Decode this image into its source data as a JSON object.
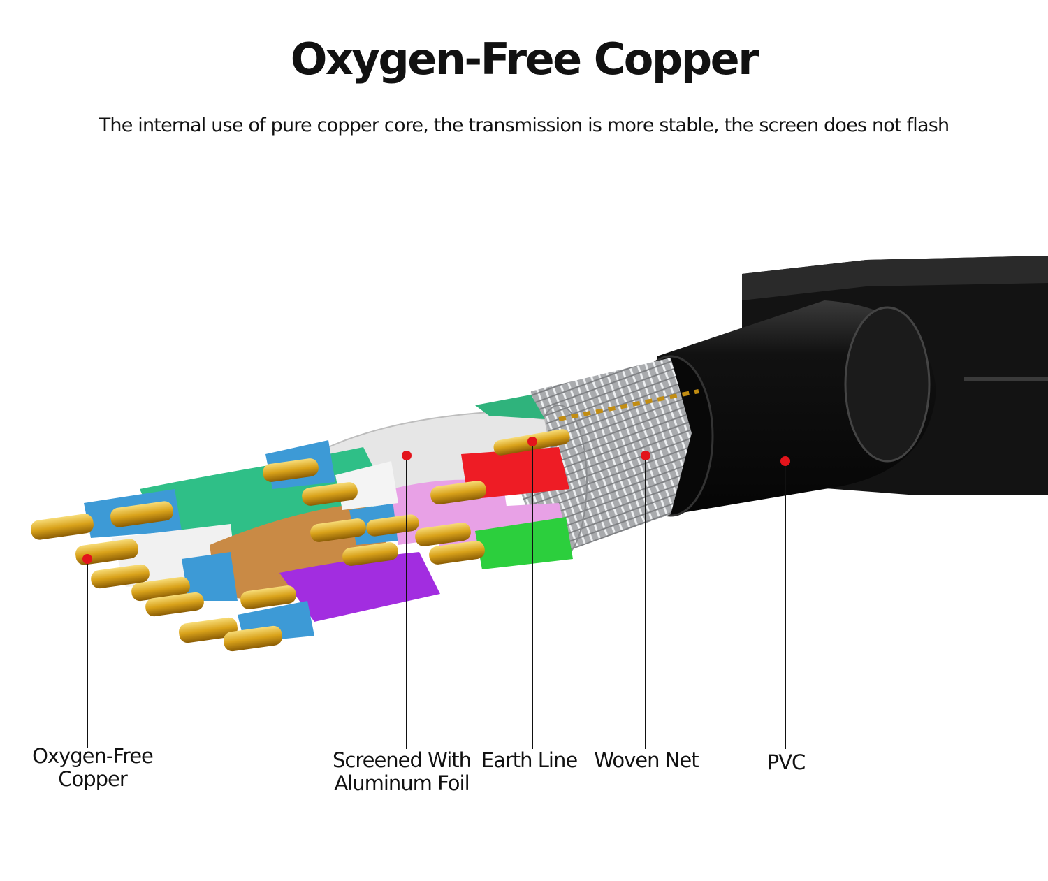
{
  "header": {
    "title": "Oxygen-Free Copper",
    "subtitle": "The internal use of pure copper core, the transmission is more stable, the screen does not flash"
  },
  "callouts": [
    {
      "id": "copper",
      "lines": [
        "Oxygen-Free",
        "Copper"
      ]
    },
    {
      "id": "foil",
      "lines": [
        "Screened With",
        "Aluminum Foil"
      ]
    },
    {
      "id": "earth",
      "lines": [
        "Earth Line"
      ]
    },
    {
      "id": "net",
      "lines": [
        "Woven Net"
      ]
    },
    {
      "id": "pvc",
      "lines": [
        "PVC"
      ]
    }
  ],
  "colors": {
    "marker": "#e3141b",
    "jacket": "#0e0e0e",
    "copper_pin": "#d8a31c",
    "braid": "#c9cbce",
    "wire_blue": "#3d9ad6",
    "wire_green": "#2fbf87",
    "wire_orange": "#c98a45",
    "wire_purple": "#a22de0",
    "wire_white": "#eeeeee",
    "wire_red": "#ee1c25",
    "wire_pink": "#e8a1e6",
    "wire_lime": "#2ccf3d"
  }
}
